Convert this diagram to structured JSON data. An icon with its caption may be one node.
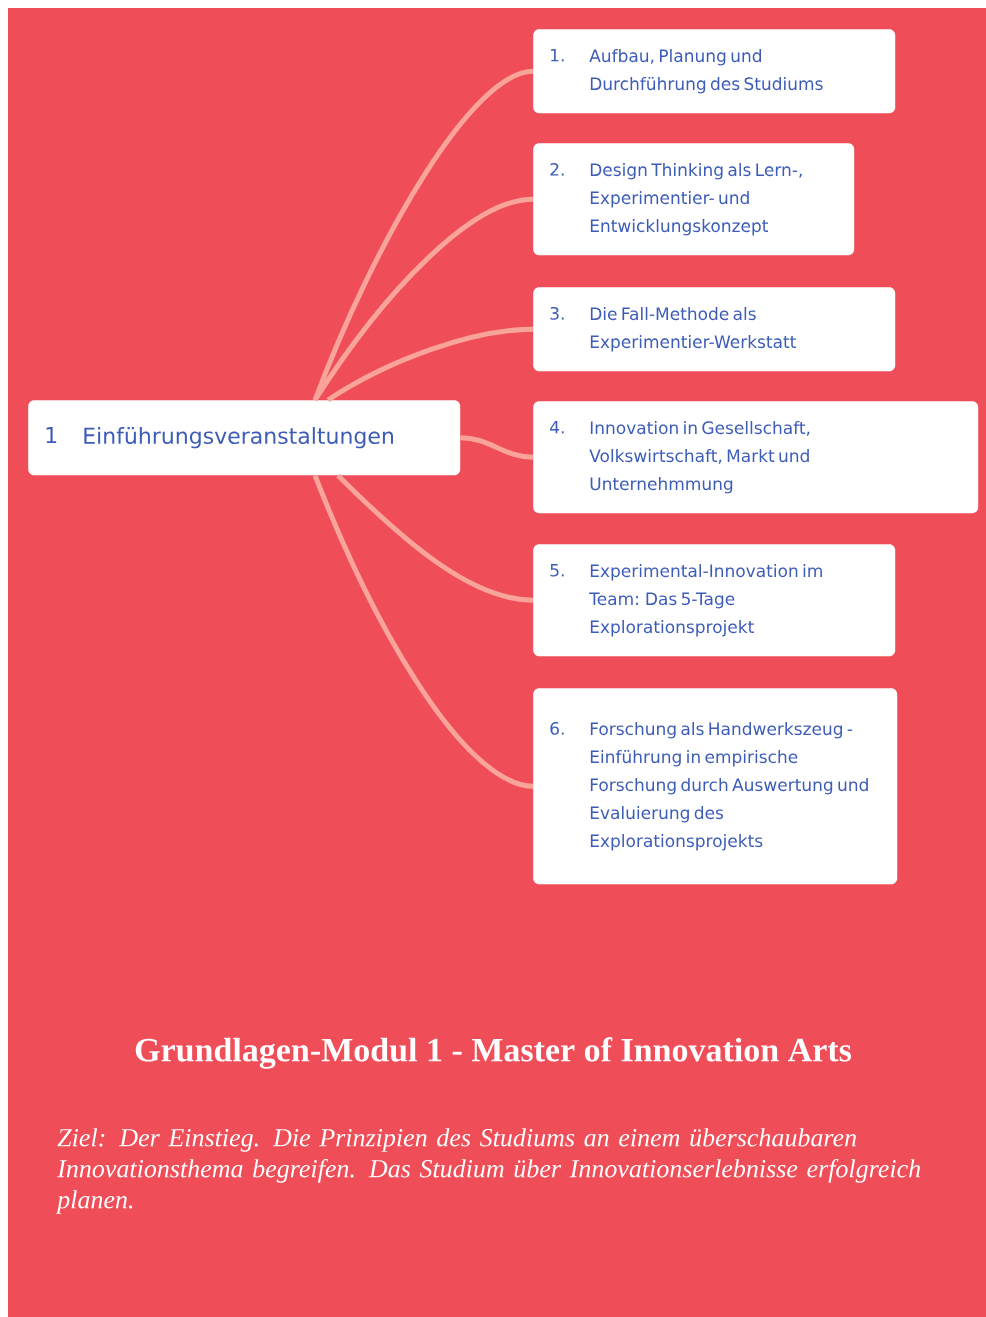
{
  "diagram": {
    "title": "Grundlagen-Modul 1 - Master of Innovation Arts",
    "caption": "Ziel: Der Einstieg. Die Prinzipien des Studiums an einem überschaubaren Innovationsthema begreifen. Das Studium über Innovationserlebnisse erfolgreich planen.",
    "nodes": [
      {
        "text": [
          "1",
          "Einführungsveranstaltungen"
        ]
      },
      {
        "text": [
          "1.",
          "Aufbau, Planung und Durchführung des Studiums"
        ]
      },
      {
        "text": [
          "2.",
          "Design Thinking als Lern-, Experimentier- und Entwicklungskonzept"
        ]
      },
      {
        "text": [
          "3.",
          "Die Fall-Methode als Experimentier-Werkstatt"
        ]
      },
      {
        "text": [
          "4.",
          "Innovation in Gesellschaft, Volkswirtschaft, Markt und Unternehmmung"
        ]
      },
      {
        "text": [
          "5.",
          "Experimental-Innovation im Team: Das 5-Tage Explorationsprojekt"
        ]
      },
      {
        "text": [
          "6.",
          "Forschung als Handwerkszeug - Einführung in empirische Forschung durch Auswertung und Evaluierung des Explorationsprojekts"
        ]
      }
    ],
    "edges": [
      {
        "from": 0,
        "to": 1,
        "arrow": "none"
      },
      {
        "from": 0,
        "to": 2,
        "arrow": "none"
      },
      {
        "from": 0,
        "to": 3,
        "arrow": "none"
      },
      {
        "from": 0,
        "to": 4,
        "arrow": "none"
      },
      {
        "from": 0,
        "to": 5,
        "arrow": "none"
      },
      {
        "from": 0,
        "to": 6,
        "arrow": "none"
      }
    ]
  }
}
